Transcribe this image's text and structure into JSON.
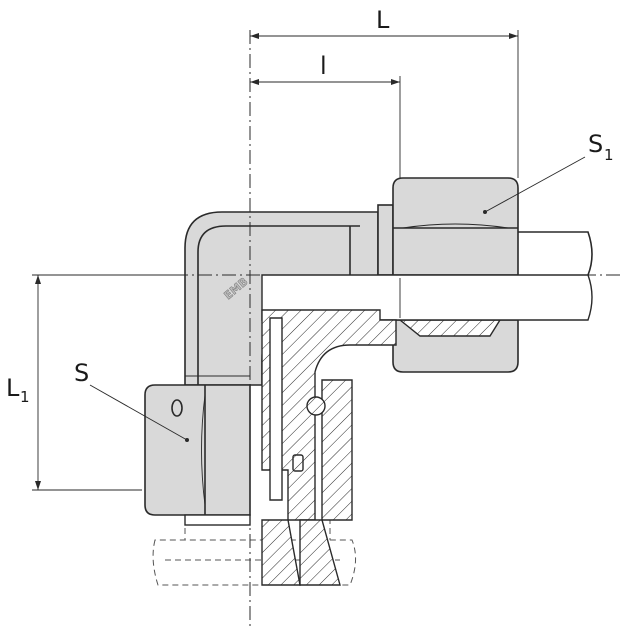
{
  "labels": {
    "overall_length": "L",
    "inner_length": "l",
    "height": "L",
    "height_sub": "1",
    "nut_lower": "S",
    "nut_upper": "S",
    "nut_upper_sub": "1",
    "logo": "EMB"
  }
}
